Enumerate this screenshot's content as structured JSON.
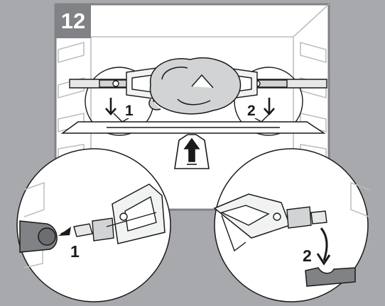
{
  "figure": {
    "step_number": "12",
    "labels": {
      "overview_left": "1",
      "overview_right": "2",
      "detail_left": "1",
      "detail_right": "2"
    }
  },
  "colors": {
    "background": "#a7a9ac",
    "badge": "#808285",
    "panel": "#ffffff",
    "line": "#1a1a1a",
    "light_line": "#bcbec0",
    "grey_fill": "#808285"
  },
  "icons": [
    "arrow-down-icon",
    "arrow-up-icon"
  ]
}
